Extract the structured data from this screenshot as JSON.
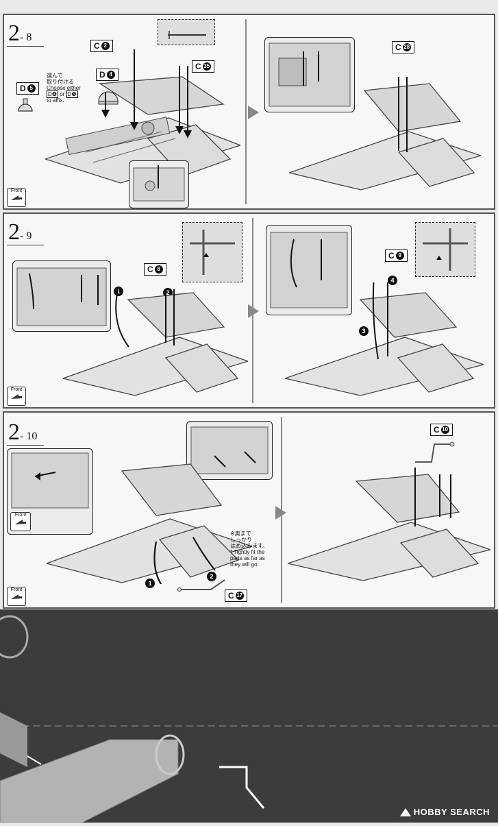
{
  "steps": [
    {
      "number_main": "2",
      "number_sub": "- 8",
      "tags": [
        {
          "letter": "C",
          "part": "2"
        },
        {
          "letter": "C",
          "part": "35"
        },
        {
          "letter": "D",
          "part": "4"
        },
        {
          "letter": "D",
          "part": "5"
        },
        {
          "letter": "C",
          "part": "28"
        }
      ],
      "choose_note": {
        "jp_line1": "選んで",
        "jp_line2": "取り付ける",
        "en_line1": "Choose either",
        "opt_a": "D❹",
        "or_word": "or",
        "opt_b": "D❺",
        "en_line2": "to affix."
      },
      "front_label": "Front"
    },
    {
      "number_main": "2",
      "number_sub": "- 9",
      "tags": [
        {
          "letter": "C",
          "part": "8"
        },
        {
          "letter": "C",
          "part": "9"
        }
      ],
      "order_numbers": [
        "1",
        "2",
        "3",
        "4"
      ],
      "front_label": "Front"
    },
    {
      "number_main": "2",
      "number_sub": "- 10",
      "tags": [
        {
          "letter": "C",
          "part": "17"
        },
        {
          "letter": "C",
          "part": "10"
        }
      ],
      "order_numbers": [
        "1",
        "2"
      ],
      "fit_note": {
        "jp_line1": "※奥まで",
        "jp_line2": "しっかり",
        "jp_line3": "はめ込みます。",
        "en_line1": "* Tightly fit the",
        "en_line2": "parts as far as",
        "en_line3": "they will go."
      },
      "front_label": "Front",
      "inset_front_label": "Front"
    }
  ],
  "watermark": {
    "text": "HOBBY SEARCH"
  },
  "colors": {
    "panel_bg": "#f7f7f7",
    "panel_border": "#555555",
    "bottom_bg": "#3c3c3c",
    "ink": "#111111"
  }
}
